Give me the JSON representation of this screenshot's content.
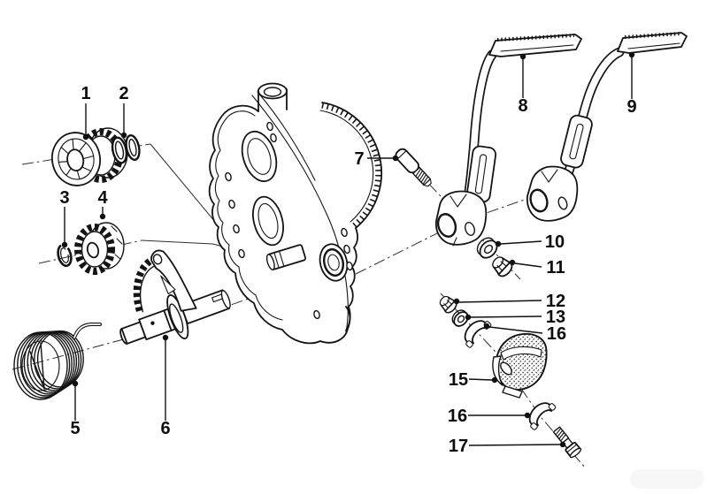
{
  "figure": {
    "type": "exploded-parts-diagram",
    "background_color": "#ffffff",
    "line_color": "#141414",
    "callouts": [
      {
        "label": "1"
      },
      {
        "label": "2"
      },
      {
        "label": "3"
      },
      {
        "label": "4"
      },
      {
        "label": "5"
      },
      {
        "label": "6"
      },
      {
        "label": "7"
      },
      {
        "label": "8"
      },
      {
        "label": "9"
      },
      {
        "label": "10"
      },
      {
        "label": "11"
      },
      {
        "label": "12"
      },
      {
        "label": "13"
      },
      {
        "label": "16"
      },
      {
        "label": "15"
      },
      {
        "label": "16"
      },
      {
        "label": "17"
      }
    ]
  }
}
